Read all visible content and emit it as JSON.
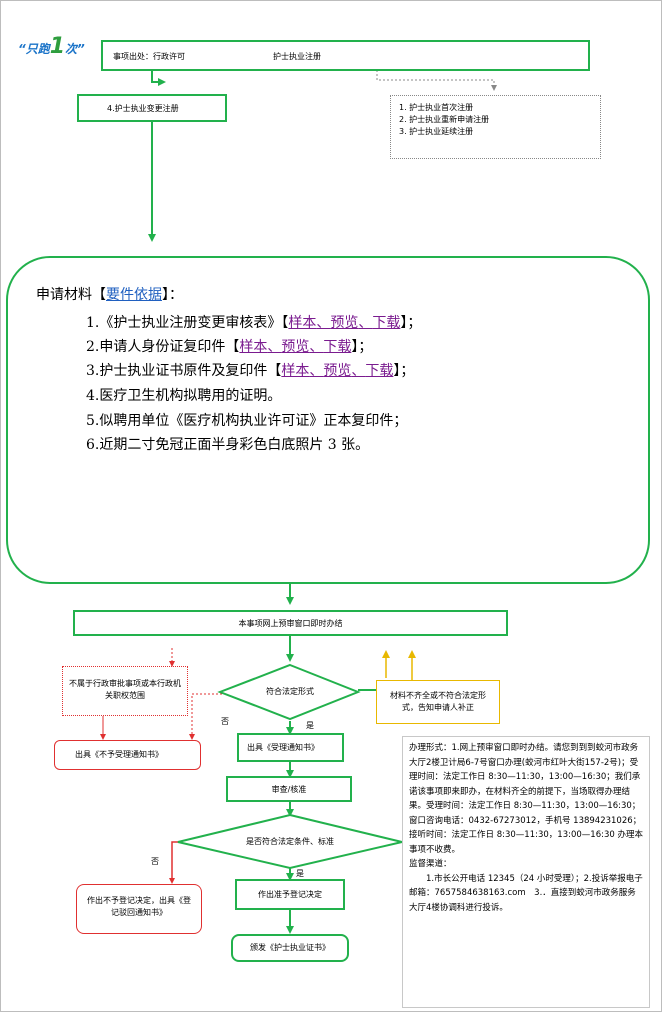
{
  "logo": {
    "pre": "“只跑",
    "num": "1",
    "post": "次”"
  },
  "header": {
    "source_label": "事项出处：行政许可",
    "item": "护士执业注册"
  },
  "current_item": "4.护士执业变更注册",
  "other_items": [
    "1. 护士执业首次注册",
    "2. 护士执业重新申请注册",
    "3. 护士执业延续注册"
  ],
  "materials": {
    "title_pre": "申请材料【",
    "title_link": "要件依据",
    "title_post": "】：",
    "items": [
      {
        "pre": "1.《护士执业注册变更审核表》【",
        "link1": "样本",
        "sep1": "、",
        "link2": "预览",
        "sep2": "、",
        "link3": "下载",
        "post": "】；"
      },
      {
        "pre": "2.申请人身份证复印件【",
        "link1": "样本",
        "sep1": "、",
        "link2": "预览",
        "sep2": "、",
        "link3": "下载",
        "post": "】；"
      },
      {
        "pre": "3.护士执业证书原件及复印件【",
        "link1": "样本",
        "sep1": "、",
        "link2": "预览",
        "sep2": "、",
        "link3": "下载",
        "post": "】；"
      },
      {
        "text": "4.医疗卫生机构拟聘用的证明。"
      },
      {
        "text": "5.似聘用单位《医疗机构执业许可证》正本复印件；"
      },
      {
        "text": "6.近期二寸免冠正面半身彩色白底照片 3 张。"
      }
    ]
  },
  "flow": {
    "online": "本事项网上预审窗口即时办结",
    "not_in_scope": "不属于行政审批事项或本行政机关职权范围",
    "decision1": "符合法定形式",
    "incomplete": "材料不齐全或不符合法定形式，告知申请人补正",
    "reject_notice": "出具《不予受理通知书》",
    "no1": "否",
    "yes1": "是",
    "accept_notice": "出具《受理通知书》",
    "review": "审查/核准",
    "decision2": "是否符合法定条件、标准",
    "no2": "否",
    "yes2": "是",
    "deny_decision": "作出不予登记决定，出具《登记驳回通知书》",
    "approve_decision": "作出准予登记决定",
    "issue": "颁发《护士执业证书》"
  },
  "info": {
    "lines": [
      "办理形式：1.网上预审窗口即时办结。请您到到到蛟河市政务大厅2楼卫计局6-7号窗口办理(蛟河市红叶大街157-2号)；受理时间：法定工作日 8:30—11:30，13:00—16:30；我们承诺该事项即来即办，在材料齐全的前提下，当场取得办理结果。受理时间：法定工作日 8:30—11:30，13:00—16:30；",
      "窗口咨询电话：0432-67273012，手机号 13894231026；接听时间：法定工作日 8:30—11:30，13:00—16:30 办理本事项不收费。",
      "监督渠道：",
      "　　1.市长公开电话 12345（24 小时受理）；2.投诉举报电子邮箱：7657584638163.com　3.．直接到蛟河市政务服务大厅4楼协调科进行投诉。"
    ]
  },
  "colors": {
    "green": "#22b14c",
    "red": "#e03030",
    "yellow": "#e8b800",
    "gray": "#888888"
  }
}
